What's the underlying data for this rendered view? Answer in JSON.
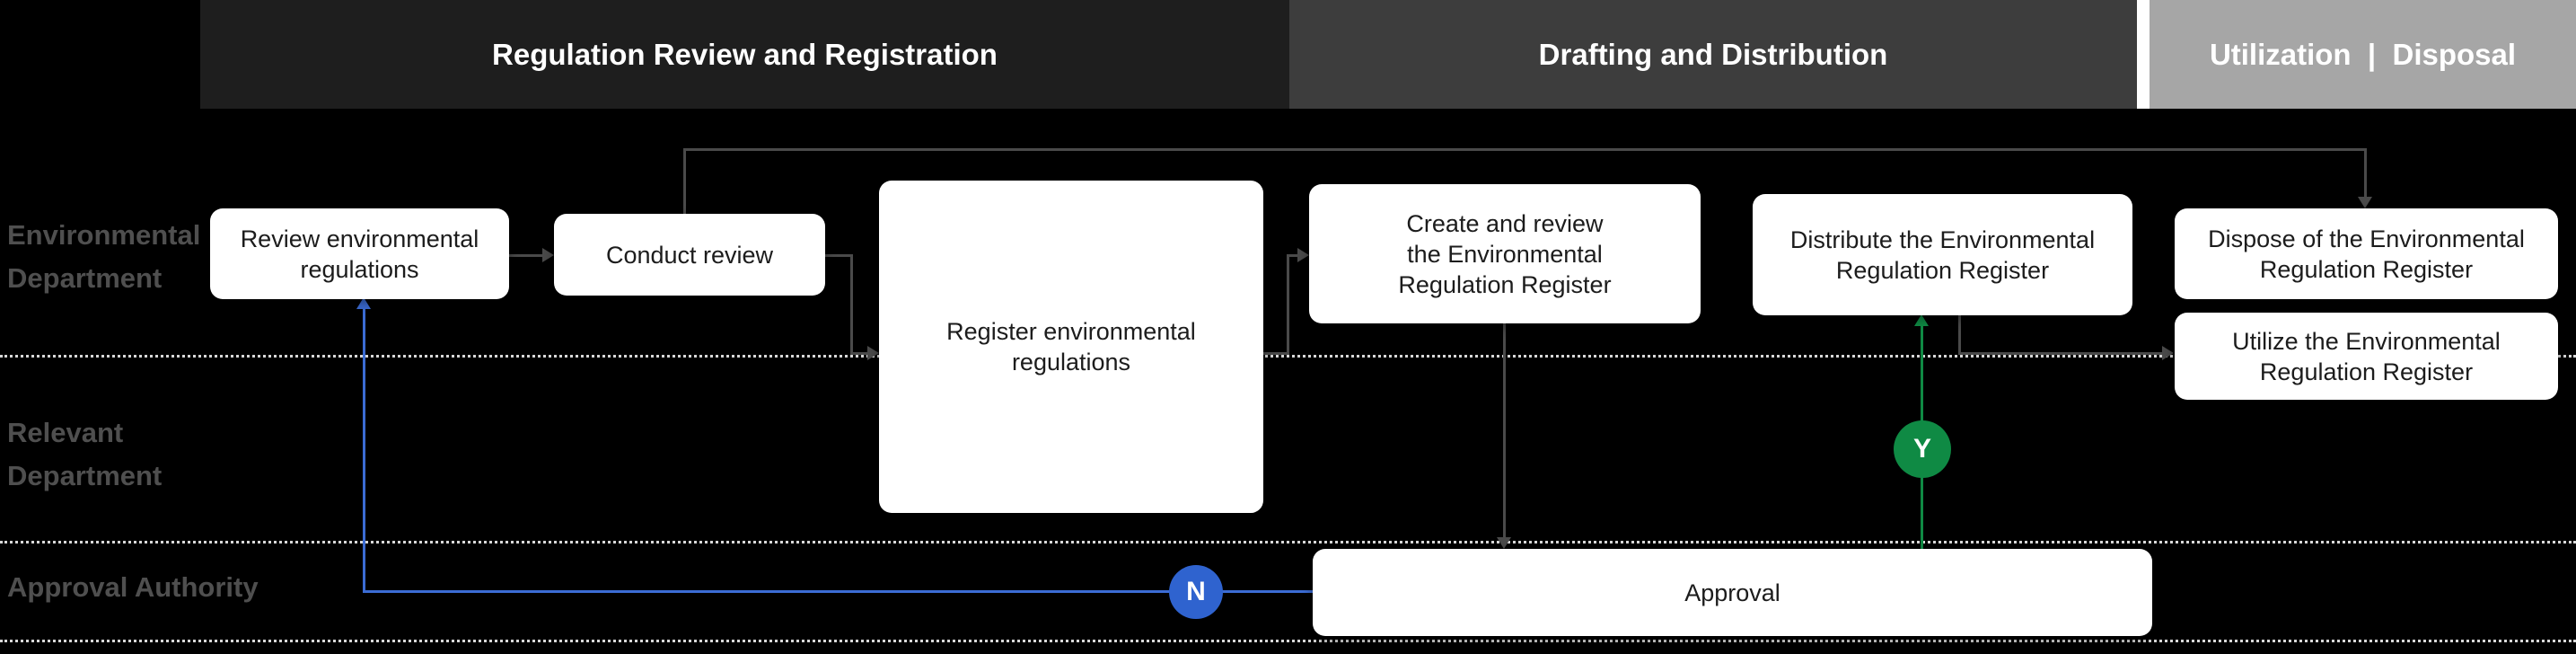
{
  "phases": [
    {
      "label": "Regulation Review and Registration"
    },
    {
      "label": "Drafting and Distribution"
    },
    {
      "label": "Utilization  |  Disposal"
    }
  ],
  "lanes": [
    {
      "label": "Environmental\nDepartment"
    },
    {
      "label": "Relevant\nDepartment"
    },
    {
      "label": "Approval Authority"
    }
  ],
  "nodes": {
    "review": {
      "label": "Review environmental\nregulations"
    },
    "conduct": {
      "label": "Conduct review"
    },
    "register": {
      "label": "Register environmental\nregulations"
    },
    "create": {
      "label": "Create and review\nthe Environmental\nRegulation Register"
    },
    "distribute": {
      "label": "Distribute the Environmental\nRegulation Register"
    },
    "dispose": {
      "label": "Dispose of the Environmental\nRegulation Register"
    },
    "utilize": {
      "label": "Utilize the Environmental\nRegulation Register"
    },
    "approval": {
      "label": "Approval"
    }
  },
  "markers": {
    "yes": "Y",
    "no": "N"
  },
  "colors": {
    "background": "#000000",
    "phase1_bg": "#1e1e1e",
    "phase2_bg": "#3d3d3d",
    "phase3_bg": "#a6a6a6",
    "node_bg": "#ffffff",
    "node_text": "#1c1c1c",
    "lane_label": "#4f4f4f",
    "connector_gray": "#4a4a4a",
    "approve_green": "#0f8a44",
    "reject_blue": "#3b6cd4"
  }
}
